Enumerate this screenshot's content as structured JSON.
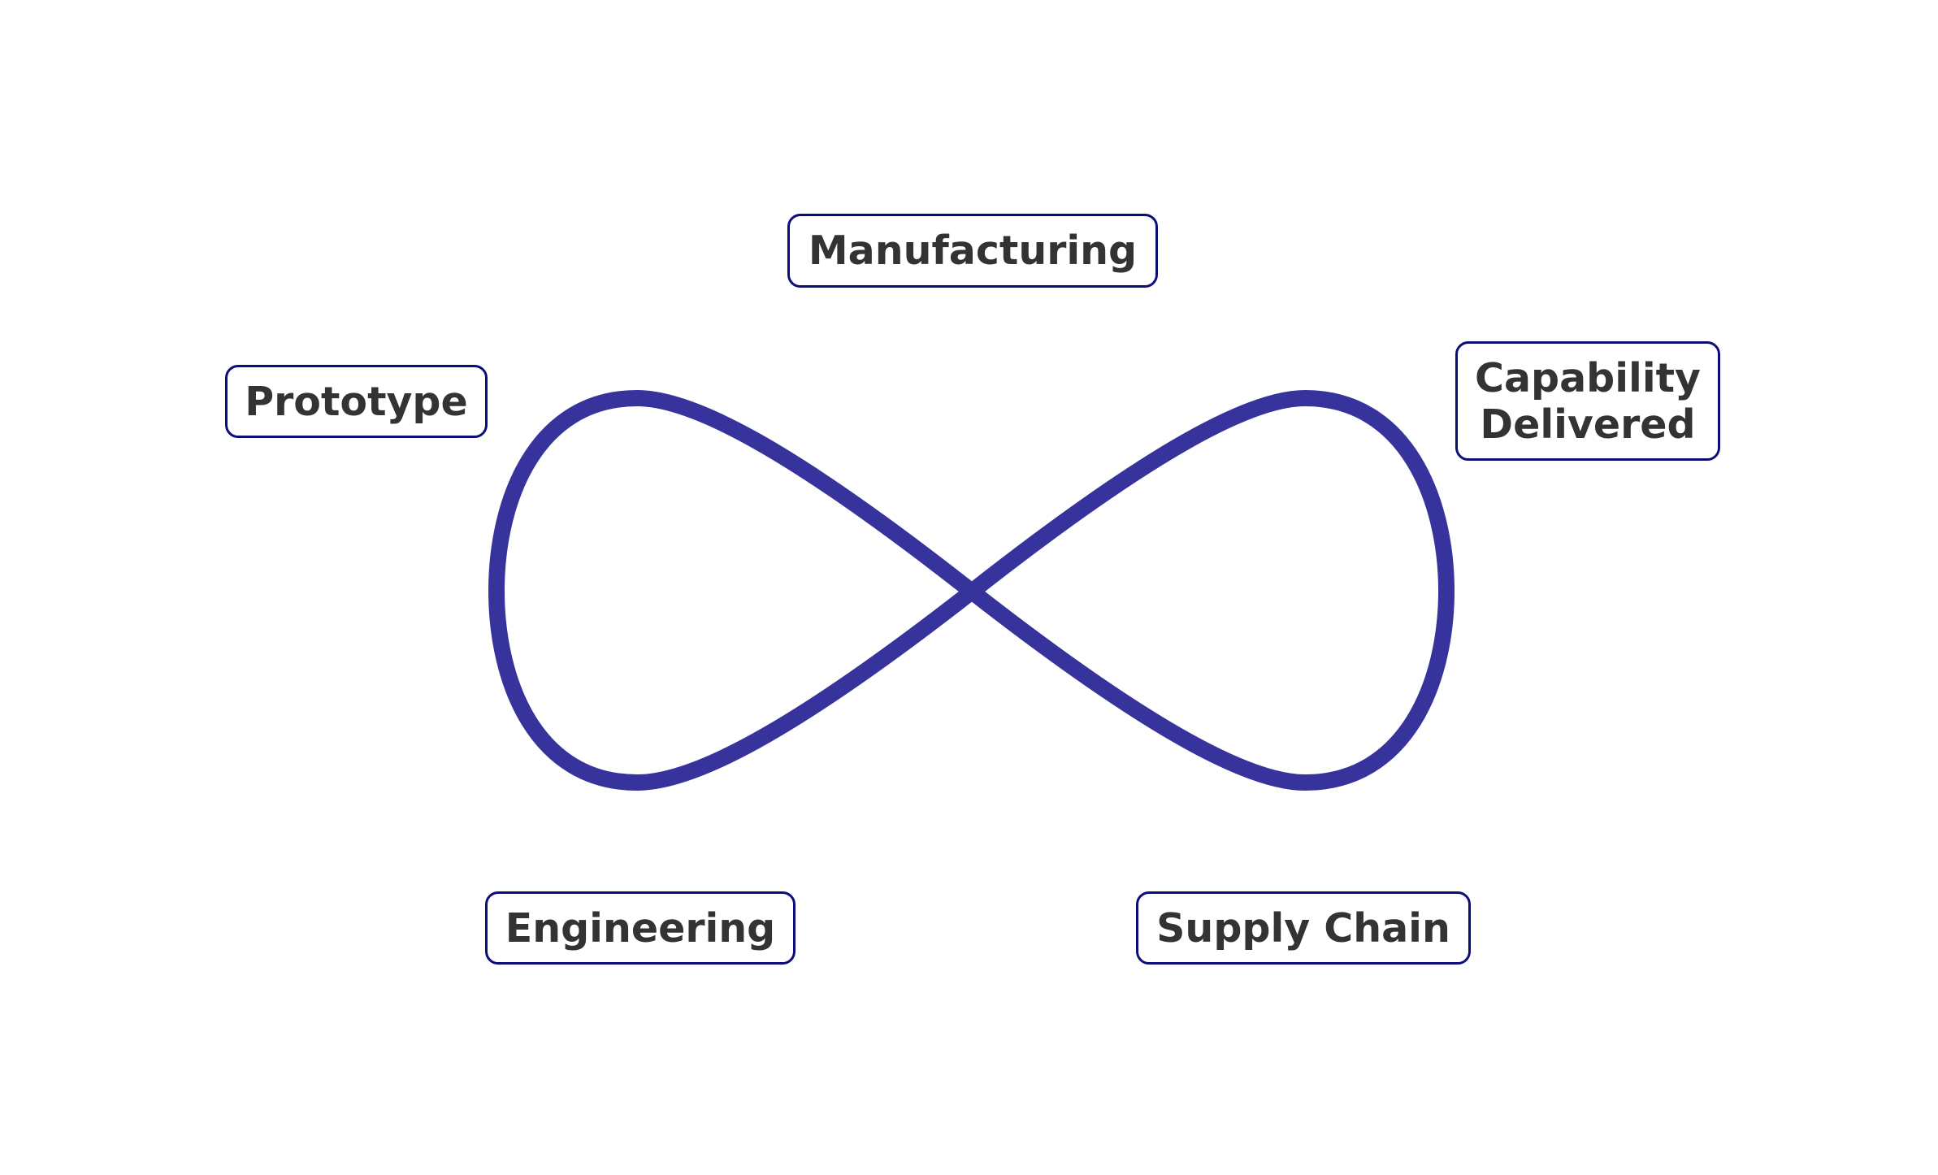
{
  "diagram": {
    "loop_color": "#36339c",
    "box_border_color": "#0d0d7a",
    "text_color": "#333333",
    "stages": [
      {
        "id": "manufacturing",
        "label": "Manufacturing"
      },
      {
        "id": "prototype",
        "label": "Prototype"
      },
      {
        "id": "capability",
        "label": "Capability\nDelivered"
      },
      {
        "id": "engineering",
        "label": "Engineering"
      },
      {
        "id": "supply",
        "label": "Supply Chain"
      }
    ]
  }
}
